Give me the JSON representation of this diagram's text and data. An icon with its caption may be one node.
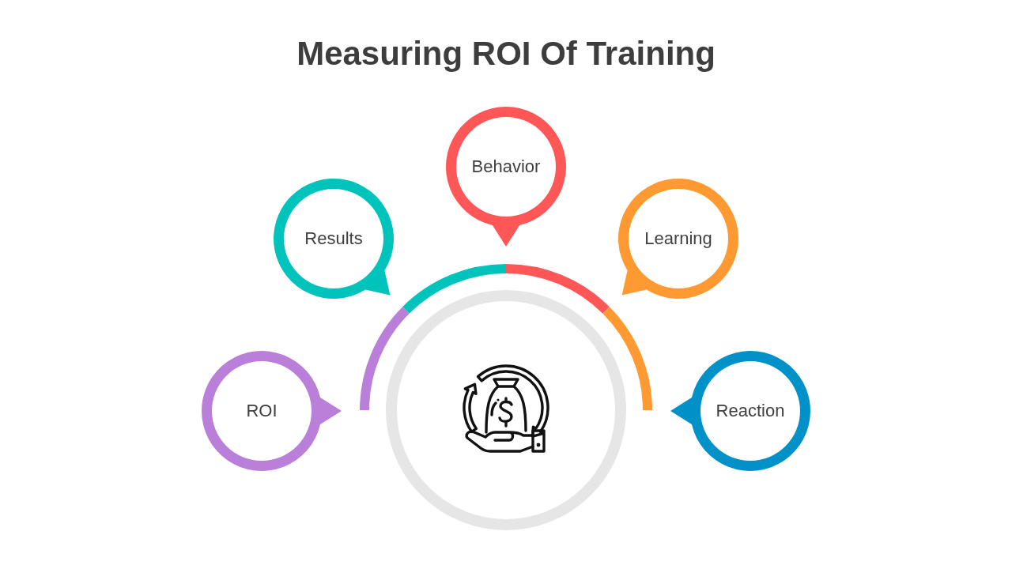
{
  "diagram": {
    "title": "Measuring ROI Of Training",
    "nodes": [
      {
        "text": [
          "Behavior"
        ]
      },
      {
        "text": [
          "Results"
        ]
      },
      {
        "text": [
          "Learning"
        ]
      },
      {
        "text": [
          "ROI"
        ]
      },
      {
        "text": [
          "Reaction"
        ]
      },
      {
        "text": [],
        "shape": "circle"
      }
    ]
  }
}
